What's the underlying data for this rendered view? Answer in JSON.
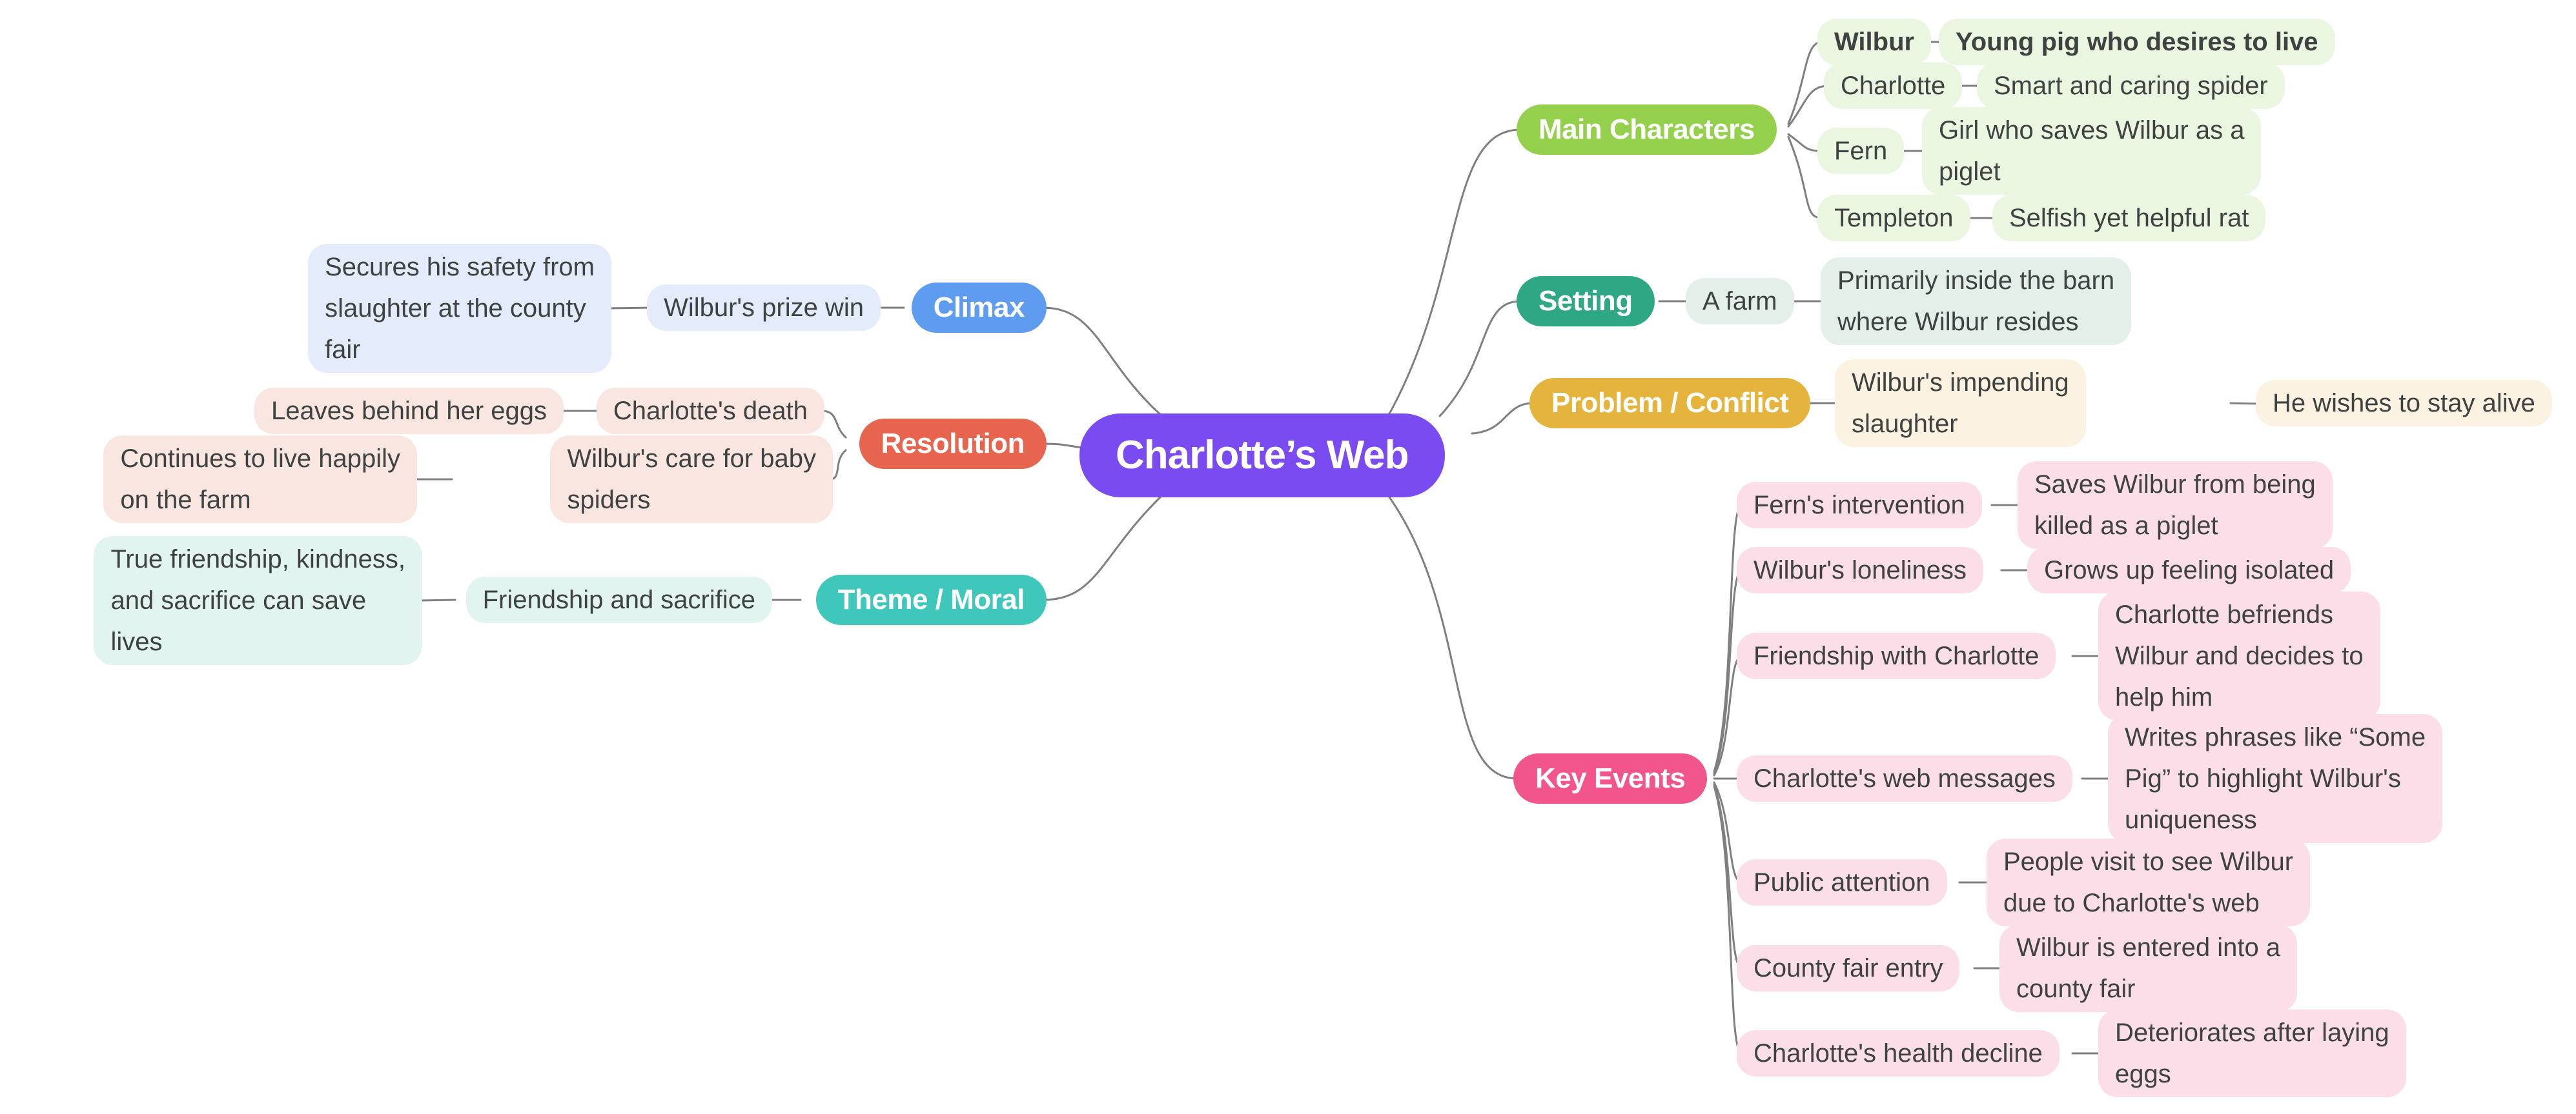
{
  "canvas": {
    "background": "#FFFFFF",
    "connector_color": "#7F7F7F",
    "text_color": "#3E4342"
  },
  "center": {
    "label": "Charlotte’s Web",
    "color": "#7B4BF2"
  },
  "branches": [
    {
      "id": "main-characters",
      "label": "Main Characters",
      "color": "#95D04C",
      "child_bg": "#EBF6E1",
      "children": [
        {
          "name": "Wilbur",
          "desc": "Young pig who desires to live",
          "emphasis": true
        },
        {
          "name": "Charlotte",
          "desc": "Smart and caring spider"
        },
        {
          "name": "Fern",
          "desc": "Girl who saves Wilbur as a\npiglet"
        },
        {
          "name": "Templeton",
          "desc": "Selfish yet helpful rat"
        }
      ]
    },
    {
      "id": "setting",
      "label": "Setting",
      "color": "#2EA884",
      "child_bg": "#E4EFEA",
      "children": [
        {
          "name": "A farm",
          "desc": "Primarily inside the barn\nwhere Wilbur resides"
        }
      ]
    },
    {
      "id": "problem-conflict",
      "label": "Problem / Conflict",
      "color": "#E5B43C",
      "child_bg": "#FCF2E2",
      "children": [
        {
          "name": "Wilbur's impending\nslaughter",
          "desc": "He wishes to stay alive"
        }
      ]
    },
    {
      "id": "key-events",
      "label": "Key Events",
      "color": "#F2558B",
      "child_bg": "#FBDEE7",
      "children": [
        {
          "name": "Fern's intervention",
          "desc": "Saves Wilbur from being\nkilled as a piglet"
        },
        {
          "name": "Wilbur's loneliness",
          "desc": "Grows up feeling isolated"
        },
        {
          "name": "Friendship with Charlotte",
          "desc": "Charlotte befriends\nWilbur and decides to\nhelp him"
        },
        {
          "name": "Charlotte's web messages",
          "desc": "Writes phrases like “Some\nPig” to highlight Wilbur's\nuniqueness"
        },
        {
          "name": "Public attention",
          "desc": "People visit to see Wilbur\ndue to Charlotte's web"
        },
        {
          "name": "County fair entry",
          "desc": "Wilbur is entered into a\ncounty fair"
        },
        {
          "name": "Charlotte's health decline",
          "desc": "Deteriorates after laying\neggs"
        }
      ]
    },
    {
      "id": "climax",
      "label": "Climax",
      "color": "#5E9CEF",
      "child_bg": "#E4ECFB",
      "children": [
        {
          "name": "Wilbur's prize win",
          "desc": "Secures his safety from\nslaughter at the county\nfair"
        }
      ]
    },
    {
      "id": "resolution",
      "label": "Resolution",
      "color": "#E7654E",
      "child_bg": "#FAE6E1",
      "children": [
        {
          "name": "Charlotte's death",
          "desc": "Leaves behind her eggs"
        },
        {
          "name": "Wilbur's care for baby\nspiders",
          "desc": "Continues to live happily\non the farm"
        }
      ]
    },
    {
      "id": "theme-moral",
      "label": "Theme / Moral",
      "color": "#3FC7BC",
      "child_bg": "#E1F4EF",
      "children": [
        {
          "name": "Friendship and sacrifice",
          "desc": "True friendship, kindness,\nand sacrifice can save\nlives"
        }
      ]
    }
  ]
}
